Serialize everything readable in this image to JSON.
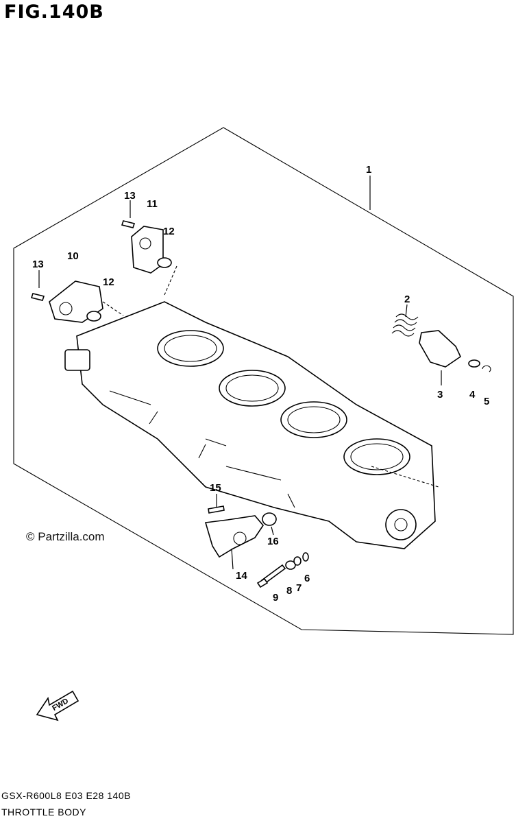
{
  "figure": {
    "title": "FIG.140B"
  },
  "watermark": "© Partzilla.com",
  "fwd_label": "FWD",
  "footer": {
    "model_code": "GSX-R600L8  E03  E28  140B",
    "section_name": "THROTTLE BODY"
  },
  "callouts": [
    "1",
    "2",
    "3",
    "4",
    "5",
    "6",
    "7",
    "8",
    "9",
    "10",
    "11",
    "12",
    "12",
    "13",
    "13",
    "14",
    "15",
    "16"
  ]
}
